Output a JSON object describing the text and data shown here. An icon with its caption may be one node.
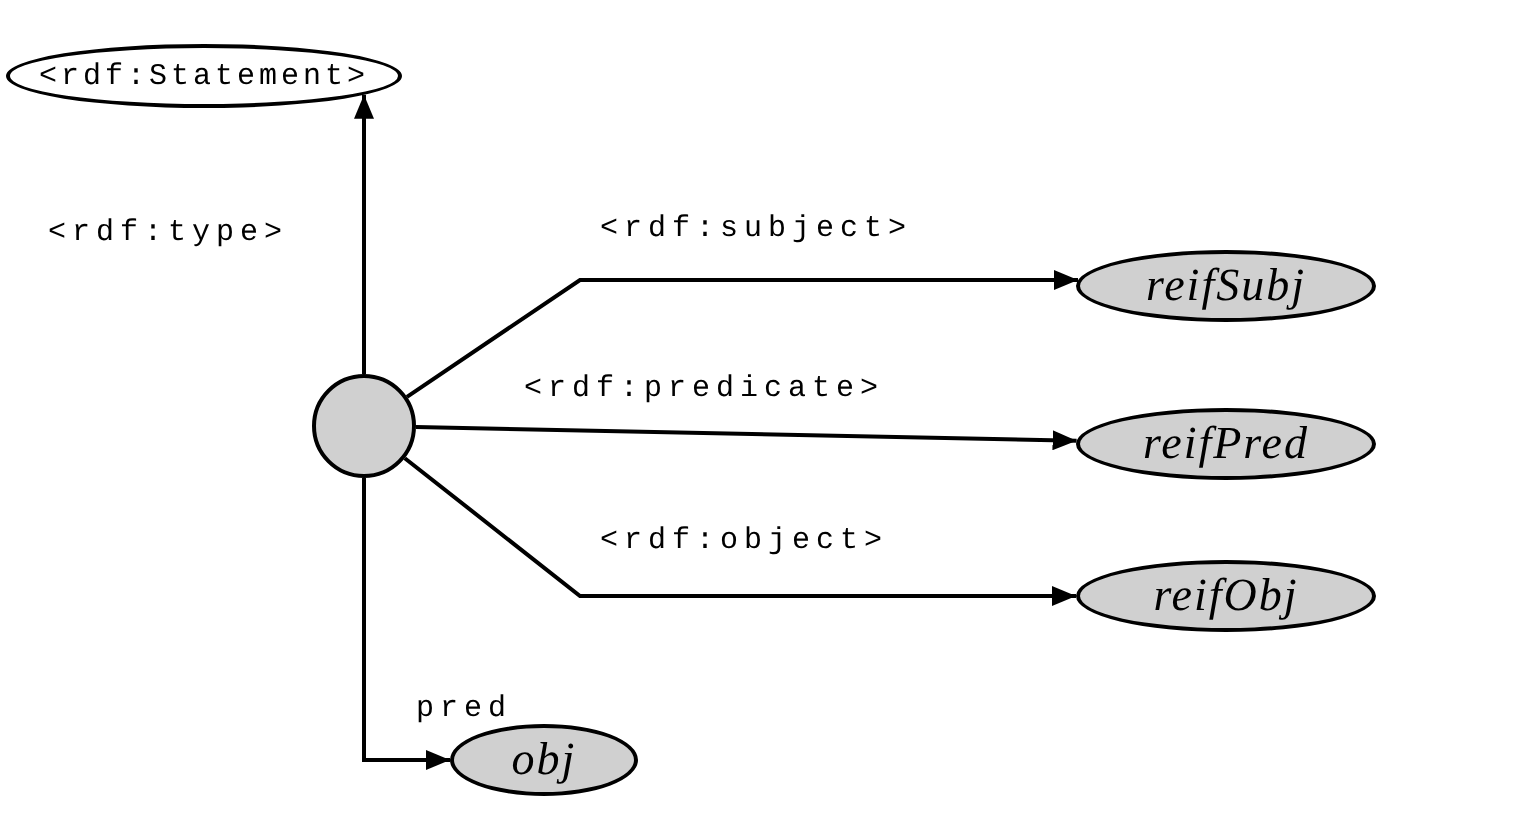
{
  "diagram": {
    "nodes": [
      {
        "text": [
          "<rdf:Statement>"
        ]
      },
      {
        "text": [],
        "shape": "circle"
      },
      {
        "text": [
          "reifSubj"
        ]
      },
      {
        "text": [
          "reifPred"
        ]
      },
      {
        "text": [
          "reifObj"
        ]
      },
      {
        "text": [
          "obj"
        ]
      }
    ],
    "edges": [
      {
        "from": 1,
        "to": 0,
        "arrow": "to",
        "label": "<rdf:type>"
      },
      {
        "from": 1,
        "to": 2,
        "arrow": "to",
        "label": "<rdf:subject>"
      },
      {
        "from": 1,
        "to": 3,
        "arrow": "to",
        "label": "<rdf:predicate>"
      },
      {
        "from": 1,
        "to": 4,
        "arrow": "to",
        "label": "<rdf:object>"
      },
      {
        "from": 1,
        "to": 5,
        "arrow": "to",
        "label": "pred"
      }
    ]
  }
}
